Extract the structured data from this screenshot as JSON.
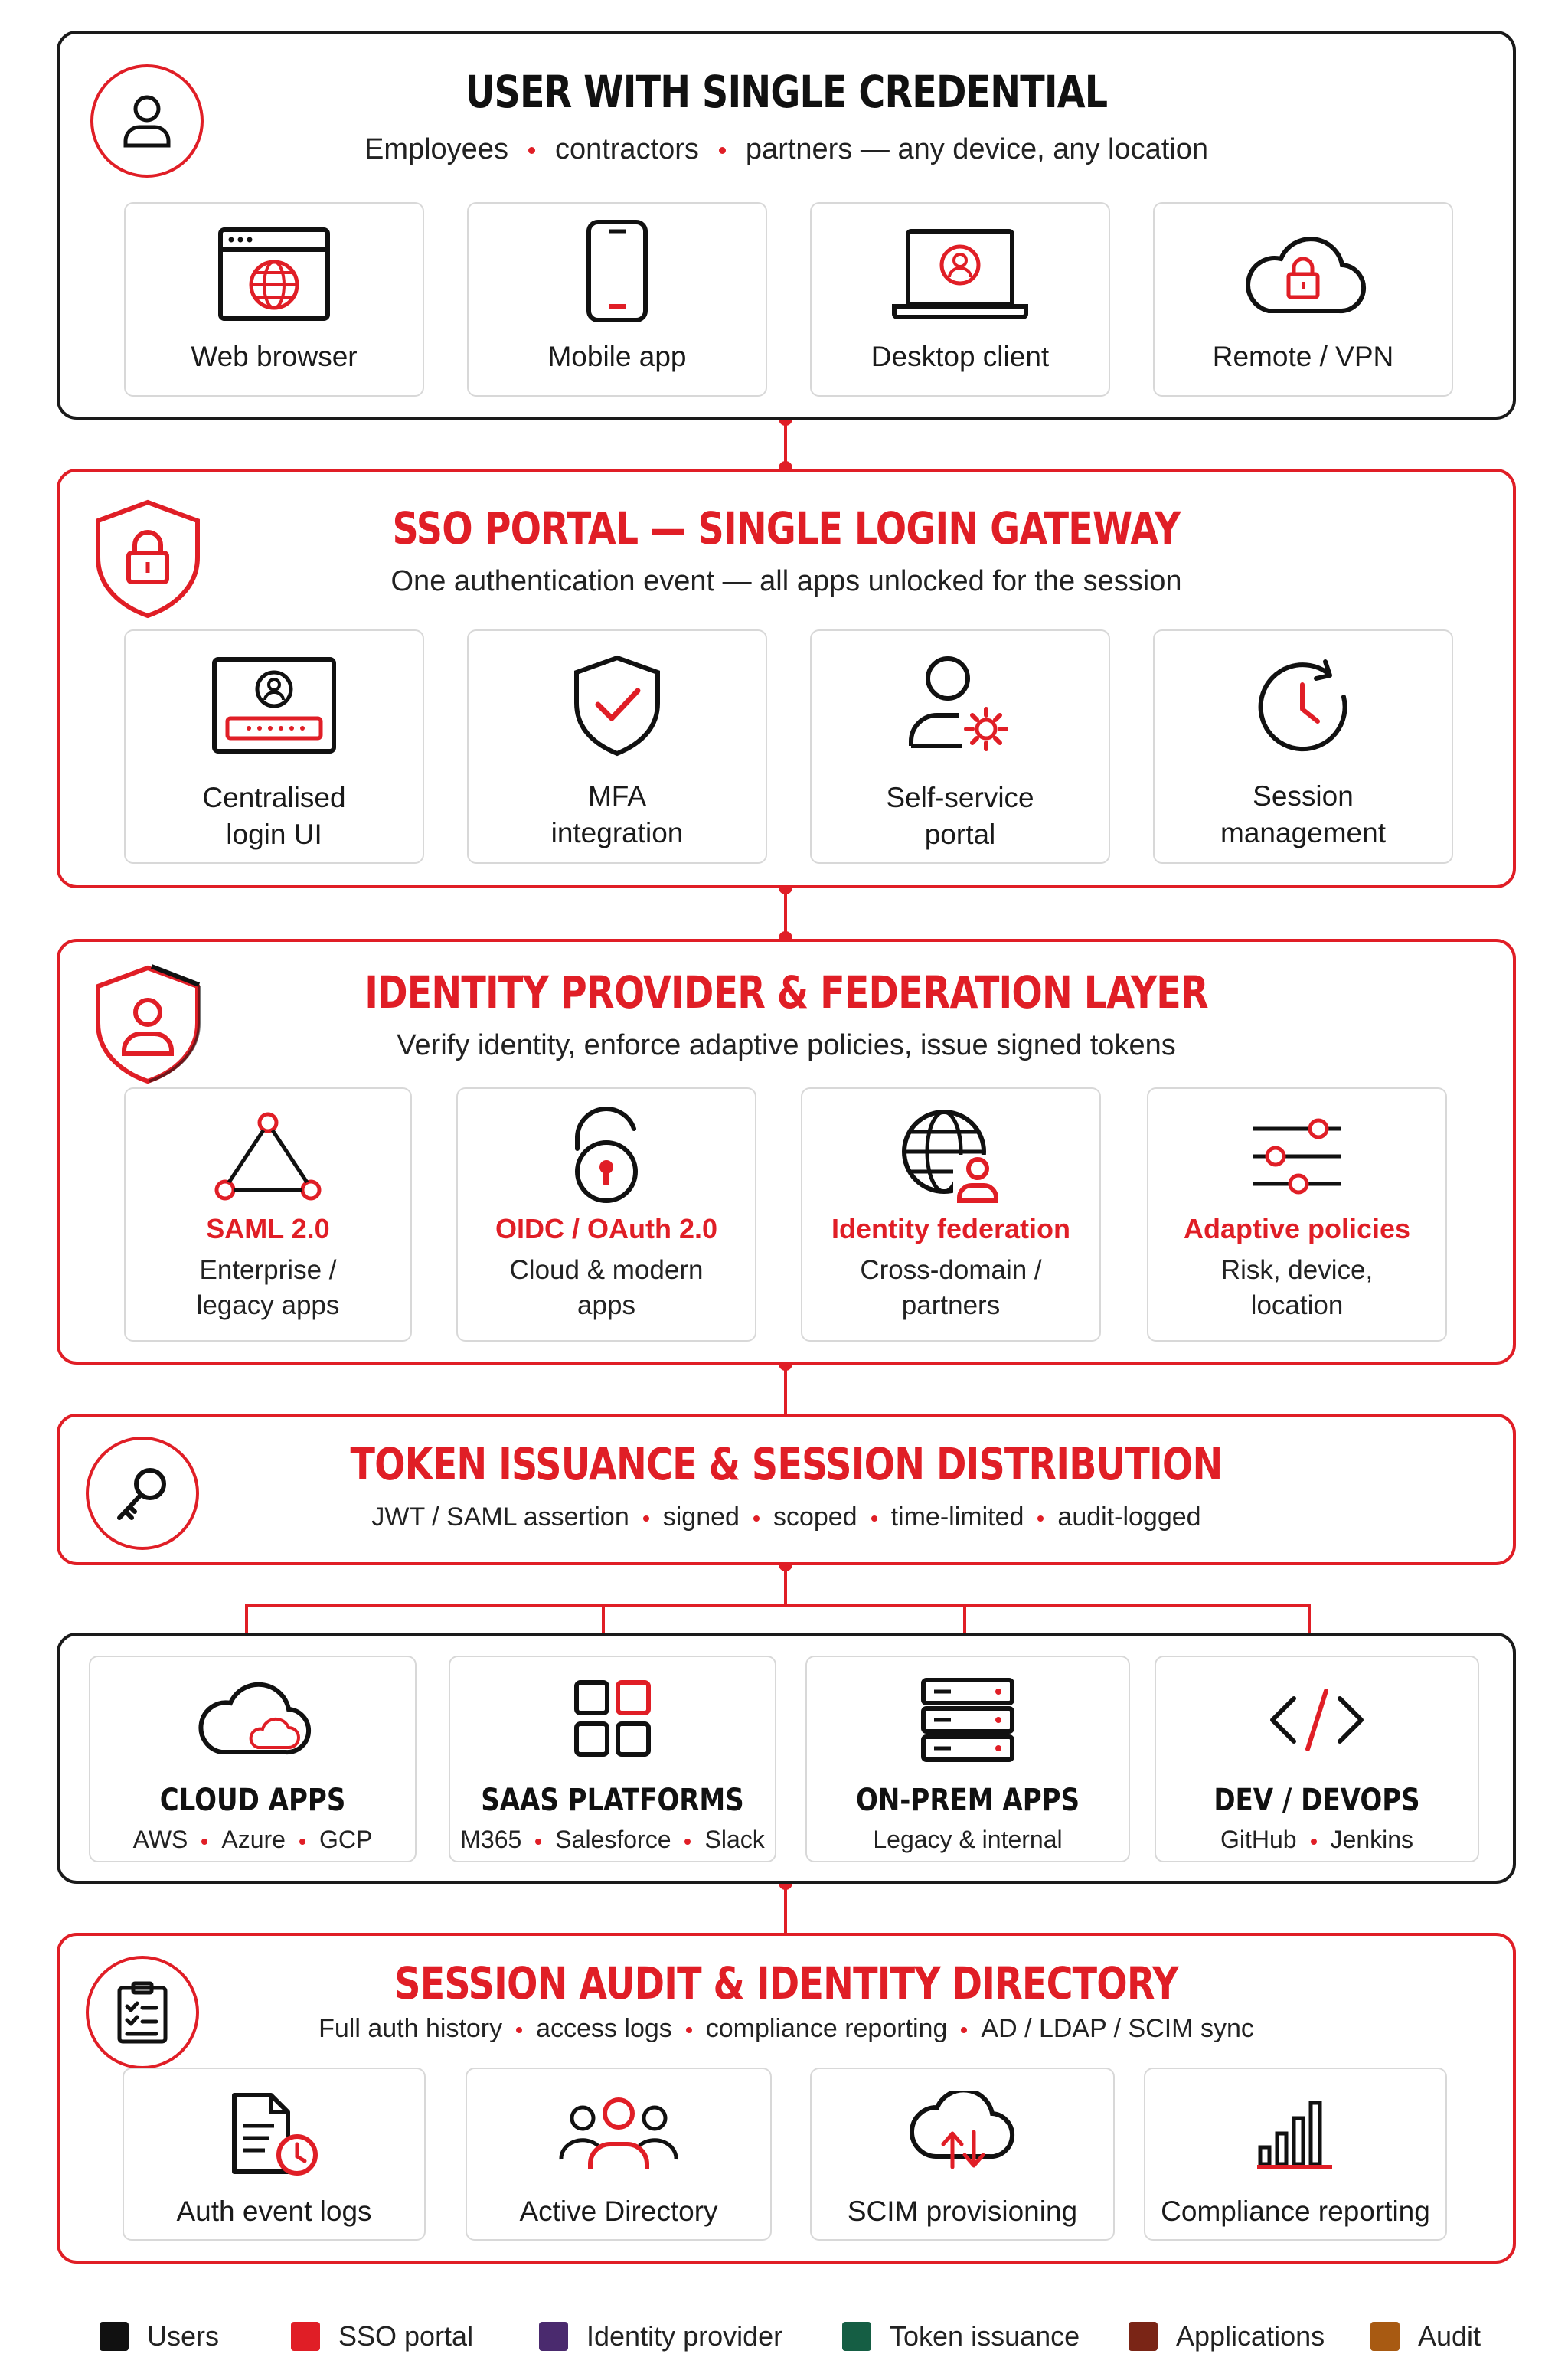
{
  "users": {
    "title": "USER WITH SINGLE CREDENTIAL",
    "subtitle": [
      "Employees",
      "contractors",
      "partners — any device, any location"
    ],
    "cards": [
      {
        "icon": "web-browser-icon",
        "label": "Web browser"
      },
      {
        "icon": "mobile-phone-icon",
        "label": "Mobile app"
      },
      {
        "icon": "laptop-icon",
        "label": "Desktop client"
      },
      {
        "icon": "cloud-lock-icon",
        "label": "Remote / VPN"
      }
    ]
  },
  "sso": {
    "title": "SSO PORTAL — SINGLE LOGIN GATEWAY",
    "subtitle": "One authentication event — all apps unlocked for the session",
    "cards": [
      {
        "icon": "login-screen-icon",
        "line1": "Centralised",
        "line2": "login UI"
      },
      {
        "icon": "shield-check-icon",
        "line1": "MFA",
        "line2": "integration"
      },
      {
        "icon": "user-gear-icon",
        "line1": "Self-service",
        "line2": "portal"
      },
      {
        "icon": "clock-refresh-icon",
        "line1": "Session",
        "line2": "management"
      }
    ]
  },
  "idp": {
    "title": "IDENTITY PROVIDER & FEDERATION LAYER",
    "subtitle": "Verify identity, enforce adaptive policies, issue signed tokens",
    "cards": [
      {
        "icon": "triangle-nodes-icon",
        "title": "SAML 2.0",
        "line1": "Enterprise /",
        "line2": "legacy apps"
      },
      {
        "icon": "open-padlock-icon",
        "title": "OIDC / OAuth 2.0",
        "line1": "Cloud & modern",
        "line2": "apps"
      },
      {
        "icon": "globe-user-icon",
        "title": "Identity federation",
        "line1": "Cross-domain /",
        "line2": "partners"
      },
      {
        "icon": "sliders-icon",
        "title": "Adaptive policies",
        "line1": "Risk, device,",
        "line2": "location"
      }
    ]
  },
  "token": {
    "title": "TOKEN ISSUANCE & SESSION DISTRIBUTION",
    "subtitle": [
      "JWT / SAML assertion",
      "signed",
      "scoped",
      "time-limited",
      "audit-logged"
    ]
  },
  "apps": {
    "cards": [
      {
        "icon": "cloud-icon",
        "title": "CLOUD APPS",
        "sub": [
          "AWS",
          "Azure",
          "GCP"
        ]
      },
      {
        "icon": "grid-icon",
        "title": "SAAS PLATFORMS",
        "sub": [
          "M365",
          "Salesforce",
          "Slack"
        ]
      },
      {
        "icon": "server-icon",
        "title": "ON-PREM APPS",
        "sub": [
          "Legacy & internal"
        ]
      },
      {
        "icon": "code-icon",
        "title": "DEV / DEVOPS",
        "sub": [
          "GitHub",
          "Jenkins"
        ]
      }
    ]
  },
  "audit": {
    "title": "SESSION AUDIT & IDENTITY DIRECTORY",
    "subtitle": [
      "Full auth history",
      "access logs",
      "compliance reporting",
      "AD / LDAP / SCIM sync"
    ],
    "cards": [
      {
        "icon": "document-clock-icon",
        "label": "Auth event logs"
      },
      {
        "icon": "people-group-icon",
        "label": "Active Directory"
      },
      {
        "icon": "cloud-sync-icon",
        "label": "SCIM provisioning"
      },
      {
        "icon": "bar-chart-icon",
        "label": "Compliance reporting"
      }
    ]
  },
  "legend": [
    {
      "label": "Users",
      "color": "#111111"
    },
    {
      "label": "SSO portal",
      "color": "#e01e26"
    },
    {
      "label": "Identity provider",
      "color": "#4a2a6e"
    },
    {
      "label": "Token issuance",
      "color": "#155e44"
    },
    {
      "label": "Applications",
      "color": "#7a2516"
    },
    {
      "label": "Audit",
      "color": "#a85a12"
    }
  ]
}
